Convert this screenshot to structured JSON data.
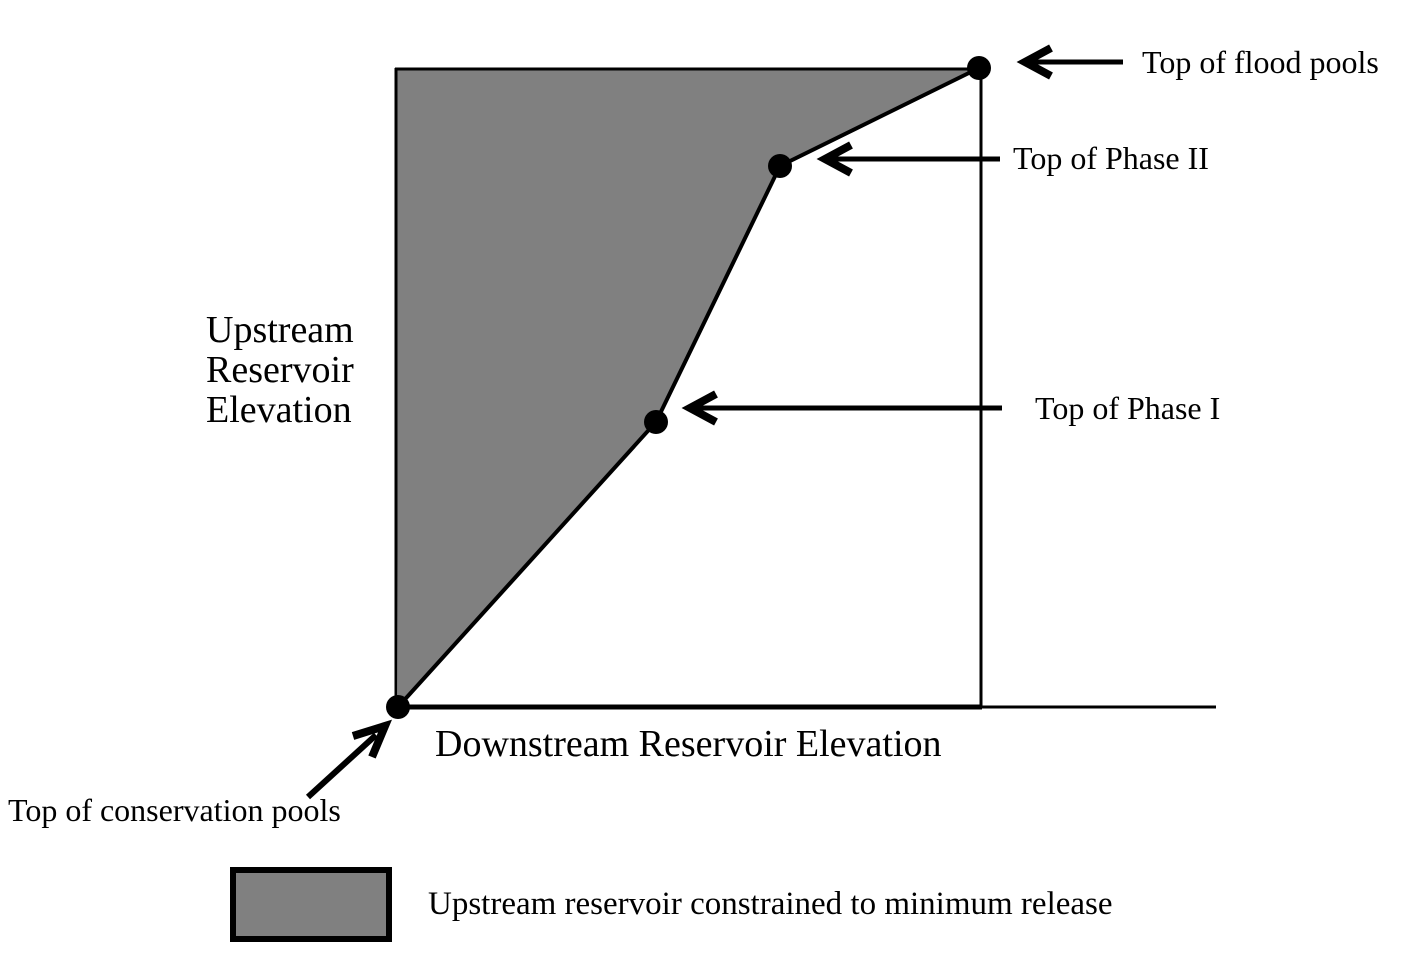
{
  "diagram": {
    "y_axis_label_lines": [
      "Upstream",
      "Reservoir",
      "Elevation"
    ],
    "x_axis_label": "Downstream Reservoir Elevation",
    "annotations": {
      "flood_pools_label": "Top of flood pools",
      "phase_ii_label": "Top of Phase II",
      "phase_i_label": "Top of Phase I",
      "conservation_pools_label": "Top of conservation pools"
    },
    "legend": {
      "label": "Upstream reservoir constrained to minimum release"
    },
    "colors": {
      "region_fill": "#808080",
      "line_color": "#000000",
      "text_color": "#000000",
      "background": "#ffffff"
    }
  },
  "chart_data": {
    "type": "line",
    "title": "",
    "xlabel": "Downstream Reservoir Elevation",
    "ylabel": "Upstream Reservoir Elevation",
    "axis_numeric_labels": false,
    "x_normalized": [
      0,
      0.32,
      0.47,
      0.71
    ],
    "y_normalized": [
      0,
      0.45,
      0.85,
      1.0
    ],
    "point_labels": [
      "Top of conservation pools",
      "Top of Phase I",
      "Top of Phase II",
      "Top of flood pools"
    ],
    "shaded_region_label": "Upstream reservoir constrained to minimum release",
    "legend_position": "bottom"
  }
}
